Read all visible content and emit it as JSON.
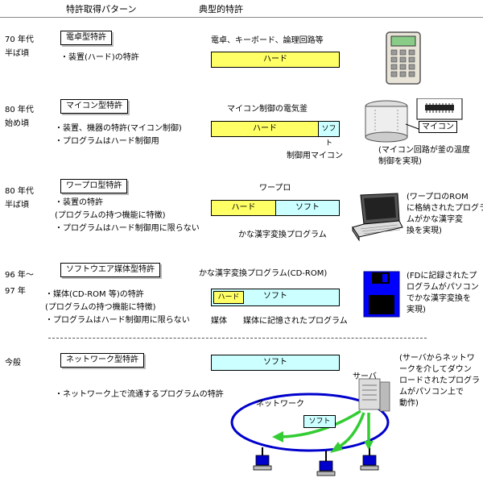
{
  "headers": {
    "pattern": "特許取得パターン",
    "typical": "典型的特許"
  },
  "rows": [
    {
      "era": [
        "70 年代",
        "半ば頃"
      ],
      "pattern_title": "電卓型特許",
      "bullets": [
        "・装置(ハード)の特許"
      ],
      "diagram_title": "電卓、キーボード、論理回路等",
      "hard_label": "ハード"
    },
    {
      "era": [
        "80 年代",
        "始め頃"
      ],
      "pattern_title": "マイコン型特許",
      "bullets": [
        "・装置、機器の特許(マイコン制御)",
        "・プログラムはハード制御用"
      ],
      "diagram_title": "マイコン制御の電気釜",
      "hard_label": "ハード",
      "soft_label": "ソフト",
      "sub_label": "制御用マイコン",
      "image_label": "マイコン",
      "note": "(マイコン回路が釜の温度制御を実現)"
    },
    {
      "era": [
        "80 年代",
        "半ば頃"
      ],
      "pattern_title": "ワープロ型特許",
      "bullets": [
        "・装置の特許",
        "(プログラムの持つ機能に特徴)",
        "・プログラムはハード制御用に限らない"
      ],
      "diagram_title": "ワープロ",
      "hard_label": "ハード",
      "soft_label": "ソフト",
      "sub_label": "かな漢字変換プログラム",
      "note_lines": [
        "(ワープロのROM",
        "に格納されたプログラ",
        "ムがかな漢字変",
        "換を実現)"
      ]
    },
    {
      "era": [
        "96 年～",
        "97 年"
      ],
      "pattern_title": "ソフトウエア媒体型特許",
      "bullets": [
        "・媒体(CD-ROM 等)の特許",
        "(プログラムの持つ機能に特徴)",
        "・プログラムはハード制御用に限らない"
      ],
      "diagram_title": "かな漢字変換プログラム(CD-ROM)",
      "hard_label": "ハード",
      "soft_label": "ソフト",
      "sub_label_1": "媒体",
      "sub_label_2": "媒体に記憶されたプログラム",
      "note_lines": [
        "(FDに記録されたプ",
        "ログラムがパソコン",
        "でかな漢字変換を",
        "実現)"
      ]
    },
    {
      "era": [
        "今般"
      ],
      "pattern_title": "ネットワーク型特許",
      "bullets": [
        "・ネットワーク上で流通するプログラムの特許"
      ],
      "soft_label": "ソフト",
      "server_label": "サーバ",
      "network_label": "ネットワーク",
      "network_soft_label": "ソフト",
      "note_lines": [
        "(サーバからネットワ",
        "ークを介してダウン",
        "ロードされたプログラ",
        "ムがパソコン上で",
        "動作)"
      ]
    }
  ],
  "colors": {
    "hard": "#ffff66",
    "soft": "#ccffff",
    "network": "#0000cc",
    "arrow": "#33cc33",
    "floppy": "#0000ff"
  }
}
